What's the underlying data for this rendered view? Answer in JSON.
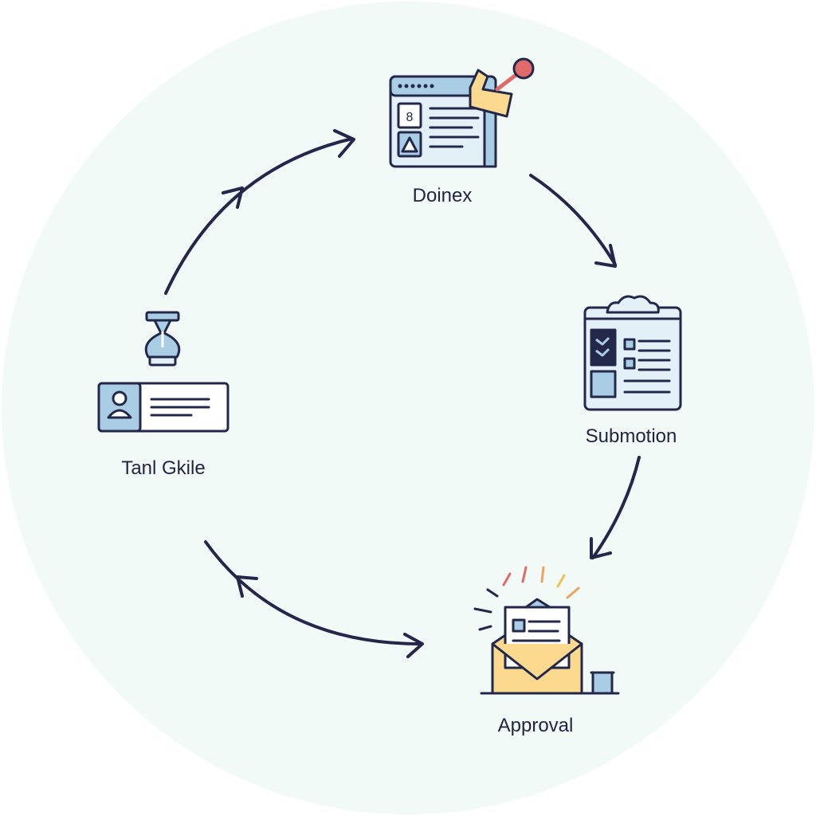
{
  "colors": {
    "background_circle": "#f2faf7",
    "stroke": "#23284a",
    "icon_fill_light": "#e4f0f8",
    "icon_fill_blue": "#a9cde4",
    "envelope_fill": "#fbd98f",
    "pin_red": "#e06a6a"
  },
  "nodes": [
    {
      "id": "top",
      "label": "Doinex",
      "icon": "browser-window-icon"
    },
    {
      "id": "right",
      "label": "Submotion",
      "icon": "checklist-clipboard-icon"
    },
    {
      "id": "bottom",
      "label": "Approval",
      "icon": "envelope-document-icon"
    },
    {
      "id": "left",
      "label": "Tanl Gkile",
      "icon": "profile-card-icon"
    }
  ],
  "flow": [
    "top",
    "right",
    "bottom",
    "left",
    "top"
  ]
}
